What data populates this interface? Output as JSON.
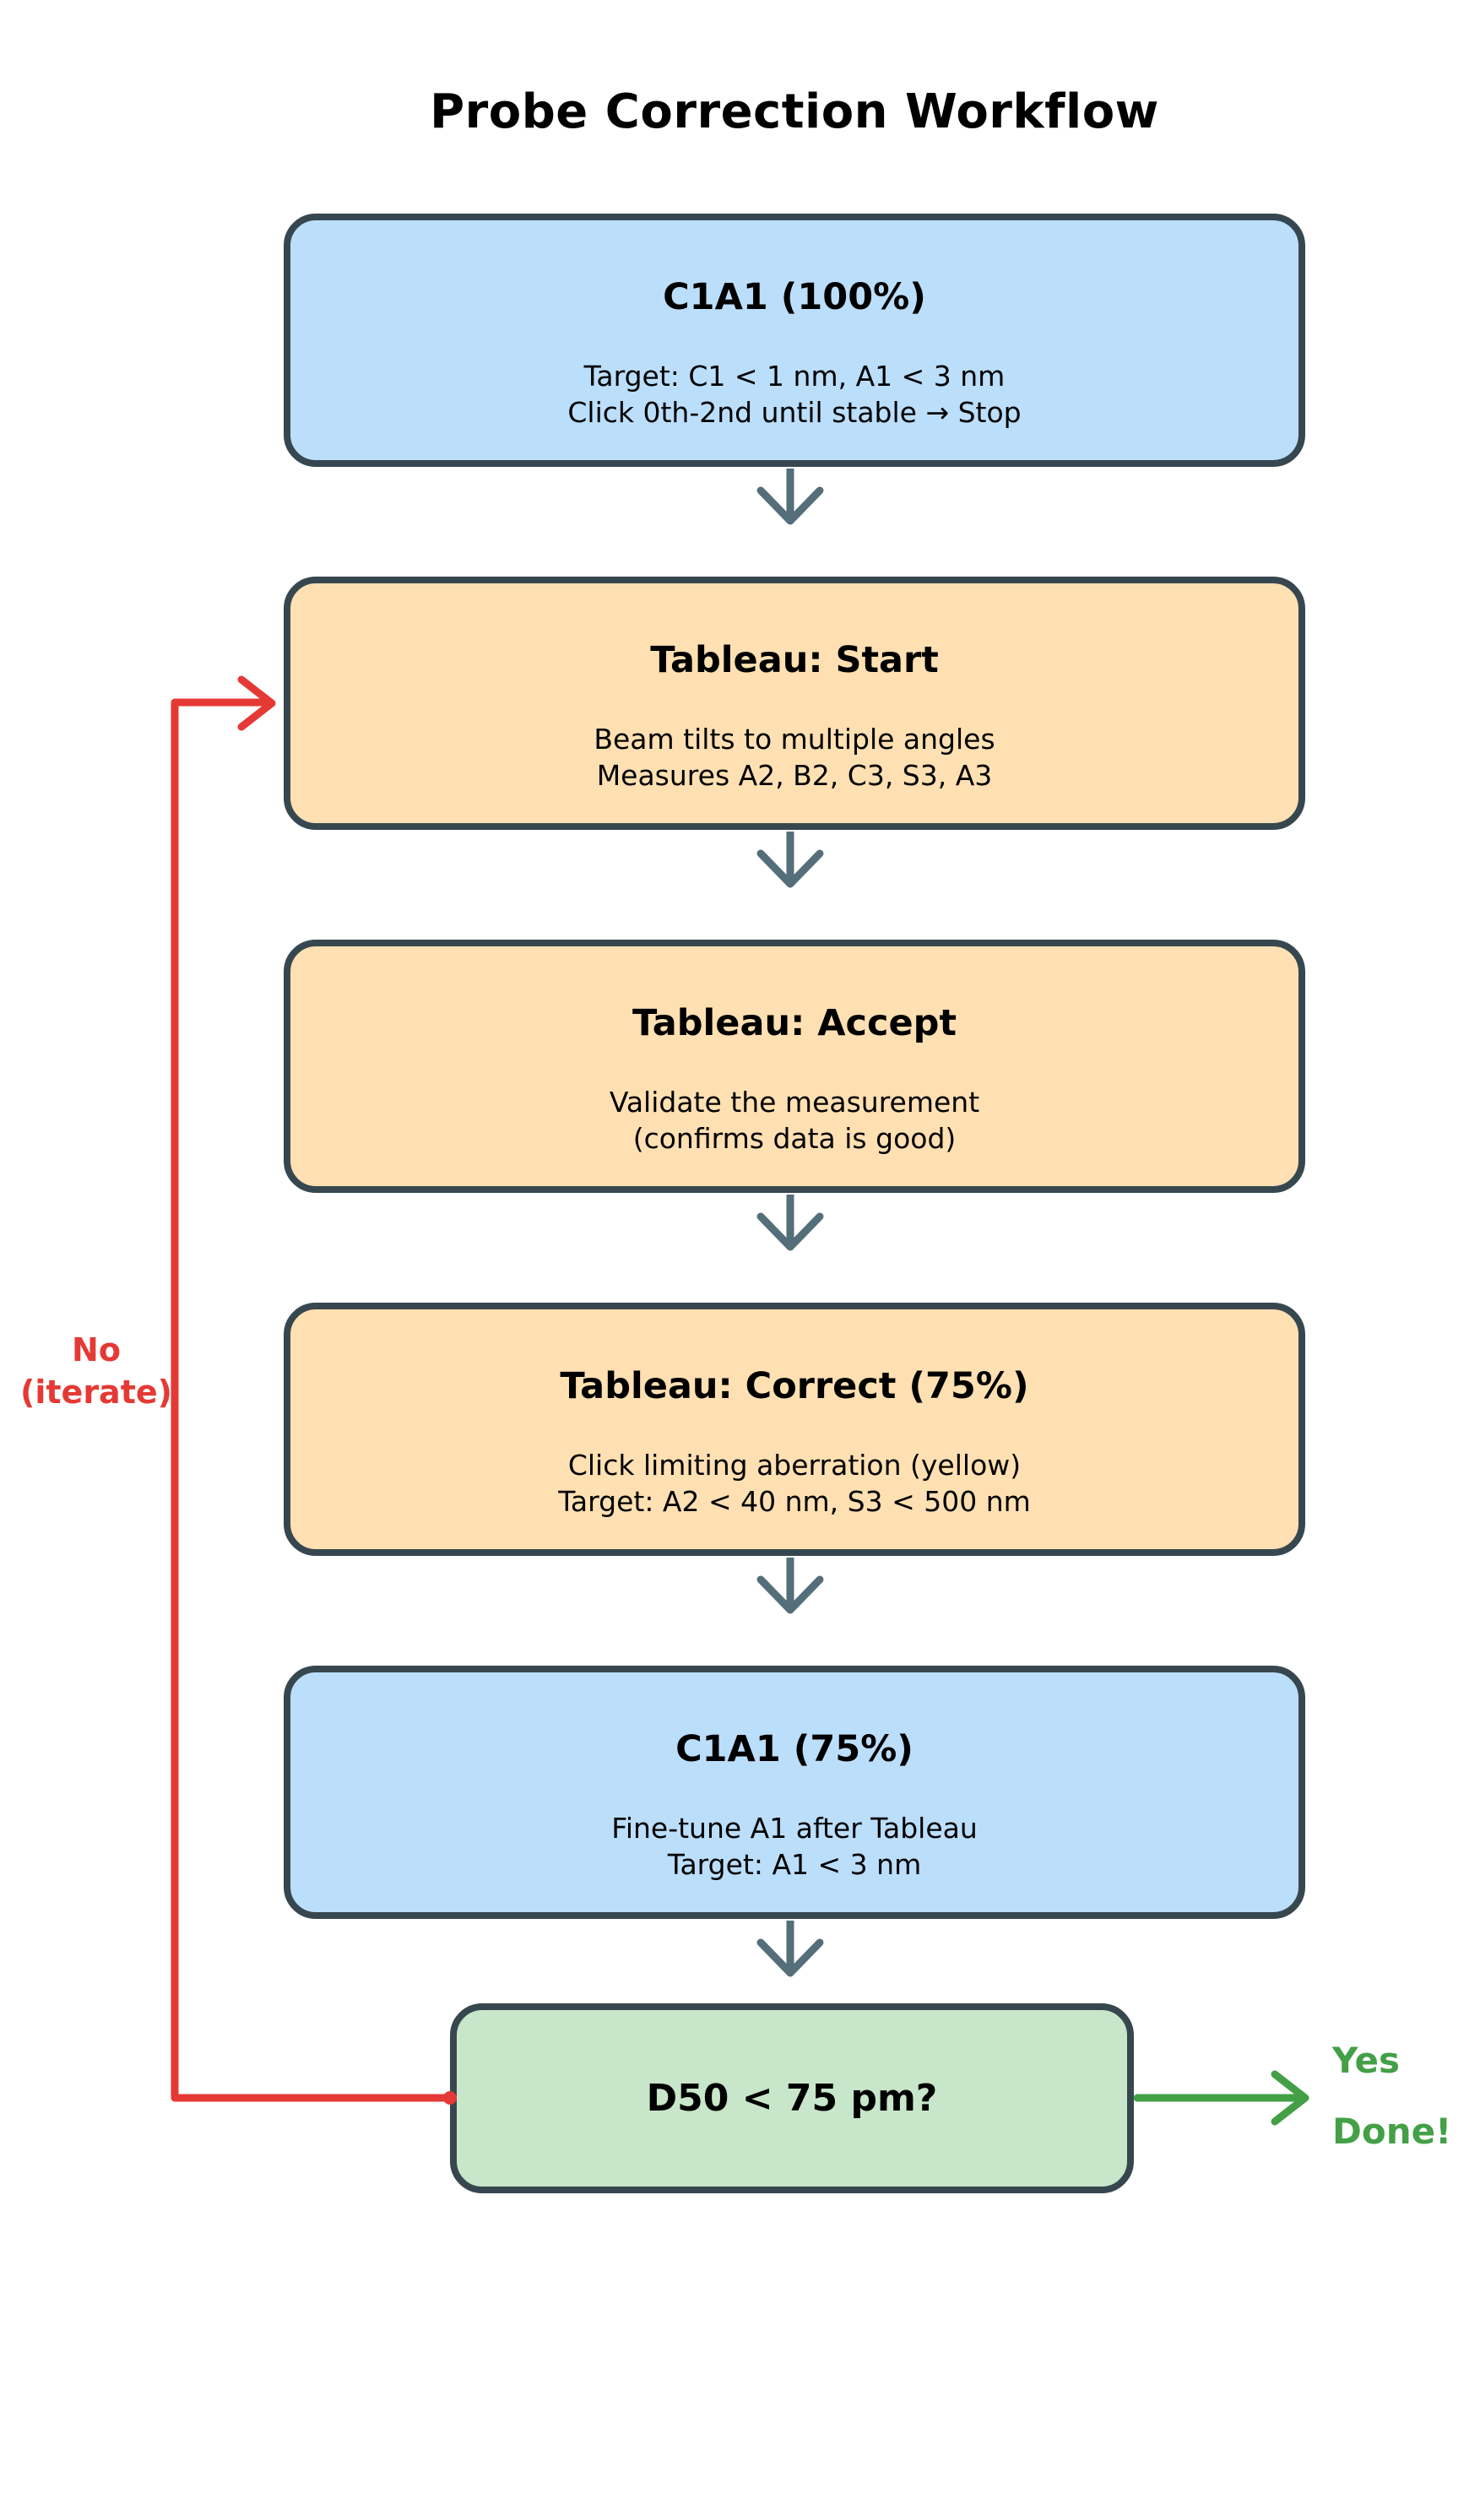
{
  "title": "Probe Correction Workflow",
  "colors": {
    "blue-fill": "#bbdefb",
    "orange-fill": "#ffe0b2",
    "green-fill": "#c8e6c9",
    "node-border": "#37474f",
    "connector": "#546e7a",
    "no-red": "#e53935",
    "yes-green": "#43a047",
    "text": "#000000"
  },
  "nodes": [
    {
      "id": "c1a1-100",
      "title": "C1A1 (100%)",
      "lines": [
        "Target: C1 < 1 nm, A1 < 3 nm",
        "Click 0th-2nd until stable → Stop"
      ]
    },
    {
      "id": "tableau-start",
      "title": "Tableau: Start",
      "lines": [
        "Beam tilts to multiple angles",
        "Measures A2, B2, C3, S3, A3"
      ]
    },
    {
      "id": "tableau-accept",
      "title": "Tableau: Accept",
      "lines": [
        "Validate the measurement",
        "(confirms data is good)"
      ]
    },
    {
      "id": "tableau-correct",
      "title": "Tableau: Correct (75%)",
      "lines": [
        "Click limiting aberration (yellow)",
        "Target: A2 < 40 nm, S3 < 500 nm"
      ]
    },
    {
      "id": "c1a1-75",
      "title": "C1A1 (75%)",
      "lines": [
        "Fine-tune A1 after Tableau",
        "Target: A1 < 3 nm"
      ]
    },
    {
      "id": "decision-d50",
      "title": "D50 < 75 pm?",
      "lines": []
    }
  ],
  "edges": {
    "no_label_line1": "No",
    "no_label_line2": "(iterate)",
    "yes_label": "Yes",
    "done_label": "Done!"
  }
}
